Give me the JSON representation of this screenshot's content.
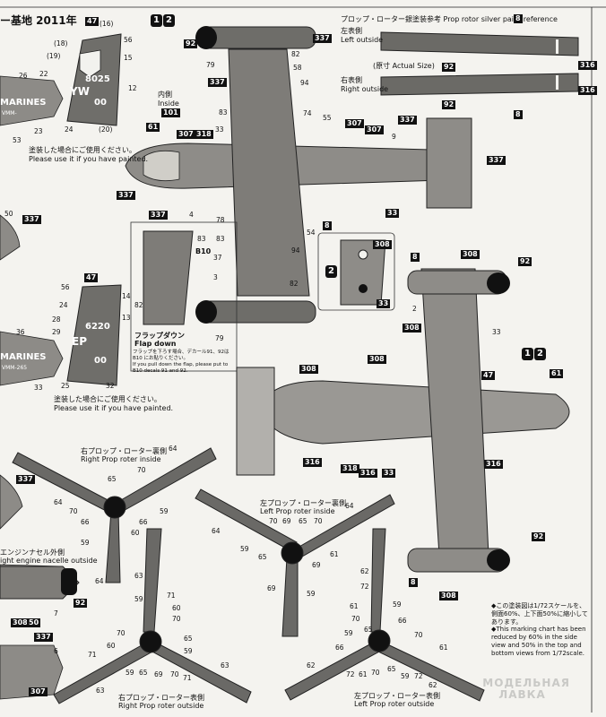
{
  "header": {
    "title": "ー基地 2011年"
  },
  "views": {
    "top_badge": [
      "1",
      "2"
    ],
    "mid_badge": [
      "1",
      "2"
    ],
    "inset_badge": "2"
  },
  "prop_ref": {
    "title": "プロップ・ローター銀塗装参考 Prop rotor silver paint reference",
    "left_jp": "左表側",
    "left_en": "Left outside",
    "actual_size": "(原寸 Actual Size)",
    "right_jp": "右表側",
    "right_en": "Right outside"
  },
  "inside_label": {
    "jp": "内側",
    "en": "Inside"
  },
  "tail_upper": {
    "code": "8025",
    "letters": "YW",
    "num": "00",
    "unit": "MARINES",
    "sub": "VMM-"
  },
  "tail_lower": {
    "code": "6220",
    "letters": "EP",
    "num": "00",
    "unit": "MARINES",
    "sub": "VMM-265"
  },
  "painted_note": {
    "jp": "塗装した場合にご使用ください。",
    "en": "Please use it if you have painted."
  },
  "flap": {
    "label_jp": "フラップダウン",
    "label_en": "Flap down",
    "note_jp": "フラップを下ろす場合、デカール91、92は B10 にお貼りください。",
    "note_en": "If you pull down the flap, please put to B10 decals 91 and 92.",
    "part": "B10",
    "part_top": "B10"
  },
  "rotors": {
    "rr_in_jp": "右プロップ・ローター裏側",
    "rr_in_en": "Right Prop roter inside",
    "lr_in_jp": "左プロップ・ローター裏側",
    "lr_in_en": "Left Prop roter inside",
    "rr_out_jp": "右プロップ・ローター表側",
    "rr_out_en": "Right Prop roter outside",
    "lr_out_jp": "左プロップ・ローター表側",
    "lr_out_en": "Left Prop roter outside"
  },
  "nacelle": {
    "jp": "エンジンナセル外側",
    "en": "ight engine nacelle outside"
  },
  "scale_note": {
    "jp": "◆この塗装図は1/72スケールを、側面60%、上下面50%に縮小してあります。",
    "en": "◆This marking chart has been reduced by 60% in the side view and 50% in the top and bottom views from 1/72scale."
  },
  "watermark": {
    "line1": "МОДЕЛЬНАЯ",
    "line2": "ЛАВКА"
  },
  "callouts": {
    "c337": "337",
    "c92": "92",
    "c8": "8",
    "c316": "316",
    "c308": "308",
    "c33": "33",
    "c47": "47",
    "c101": "101",
    "c307": "307",
    "c318": "318",
    "c61": "61",
    "c50": "50",
    "c79": "79",
    "c82": "82",
    "c83": "83",
    "c9": "9",
    "c55": "55",
    "c74": "74",
    "c58": "58",
    "c94": "94",
    "c4": "4",
    "c78": "78",
    "c54": "54",
    "c37": "37",
    "c3": "3",
    "c2": "2",
    "c14": "14",
    "c13": "13",
    "c56": "56",
    "c24": "24",
    "c28": "28",
    "c29": "29",
    "c36": "36",
    "c25": "25",
    "c32": "32",
    "c16": "(16)",
    "c18": "(18)",
    "c19": "(19)",
    "c26": "26",
    "c22": "22",
    "c12": "12",
    "c15": "15",
    "c23": "23",
    "c53": "53",
    "c20": "(20)",
    "c64": "64",
    "c70": "70",
    "c65": "65",
    "c66": "66",
    "c59": "59",
    "c60": "60",
    "c63": "63",
    "c69": "69",
    "c71": "71",
    "c72": "72",
    "c62": "62",
    "c6": "6",
    "c7": "7"
  }
}
